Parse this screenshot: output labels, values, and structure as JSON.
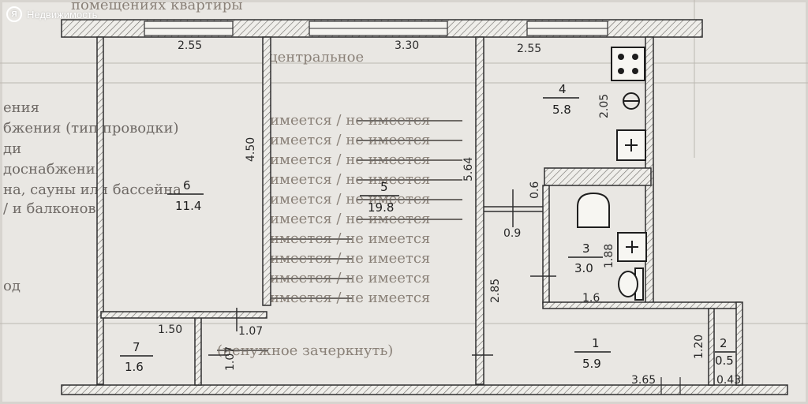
{
  "watermark": {
    "badge": "Я",
    "text": "Недвижимость"
  },
  "form_texts": {
    "top_cut": "помещениях квартиры",
    "heating": "центральное",
    "rows_left": [
      "ения",
      "бжения (тип проводки)",
      "ди",
      "доснабжения",
      "на, сауны или бассейна",
      "/ и балконов",
      "од"
    ],
    "rows_right": [
      "имеется / не имеется",
      "имеется / не имеется",
      "имеется / не имеется",
      "имеется / не имеется",
      "имеется / не имеется",
      "имеется / не имеется",
      "имеется / не имеется",
      "имеется / не имеется",
      "имеется / не имеется",
      "имеется / не имеется"
    ],
    "note": "(ненужное зачеркнуть)"
  },
  "dimensions": {
    "top_left": "2.55",
    "top_mid": "3.30",
    "top_right": "2.55",
    "kitchen_height": "2.05",
    "room6_height": "4.50",
    "room5_height": "5.64",
    "wall_gap": "0.6",
    "door_gap": "0.9",
    "bath_height": "1.88",
    "bath_width": "1.6",
    "hall_left": "2.85",
    "closet_width": "1.50",
    "closet_right": "1.07",
    "closet_height": "1.07",
    "wc_height": "1.20",
    "bottom_width": "3.65",
    "corner": "0.43"
  },
  "rooms": [
    {
      "num": "6",
      "area": "11.4"
    },
    {
      "num": "5",
      "area": "19.8"
    },
    {
      "num": "4",
      "area": "5.8"
    },
    {
      "num": "3",
      "area": "3.0"
    },
    {
      "num": "7",
      "area": "1.6"
    },
    {
      "num": "1",
      "area": "5.9"
    },
    {
      "num": "2",
      "area": "0.5"
    }
  ]
}
